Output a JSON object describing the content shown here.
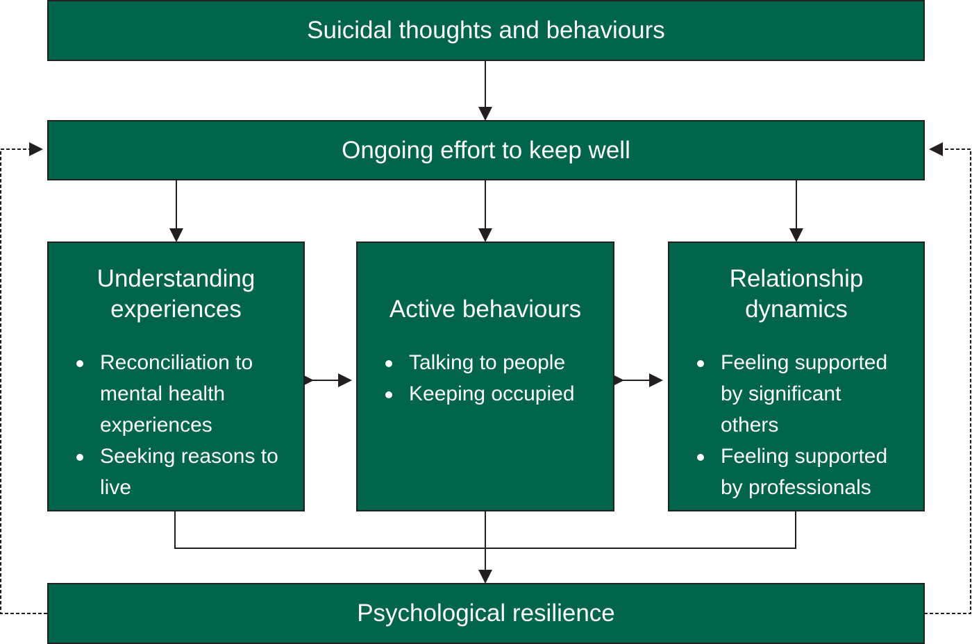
{
  "top": "Suicidal thoughts and behaviours",
  "middle": "Ongoing effort to keep well",
  "bottom": "Psychological resilience",
  "boxes": [
    {
      "title": [
        "Understanding",
        "experiences"
      ],
      "items": [
        "Reconciliation to mental health experiences",
        "Seeking reasons to live"
      ]
    },
    {
      "title": [
        "Active behaviours"
      ],
      "items": [
        "Talking to people",
        "Keeping occupied"
      ]
    },
    {
      "title": [
        "Relationship",
        "dynamics"
      ],
      "items": [
        "Feeling supported by significant others",
        "Feeling supported by professionals"
      ]
    }
  ],
  "colors": {
    "box": "#00654b",
    "line": "#231f20"
  }
}
